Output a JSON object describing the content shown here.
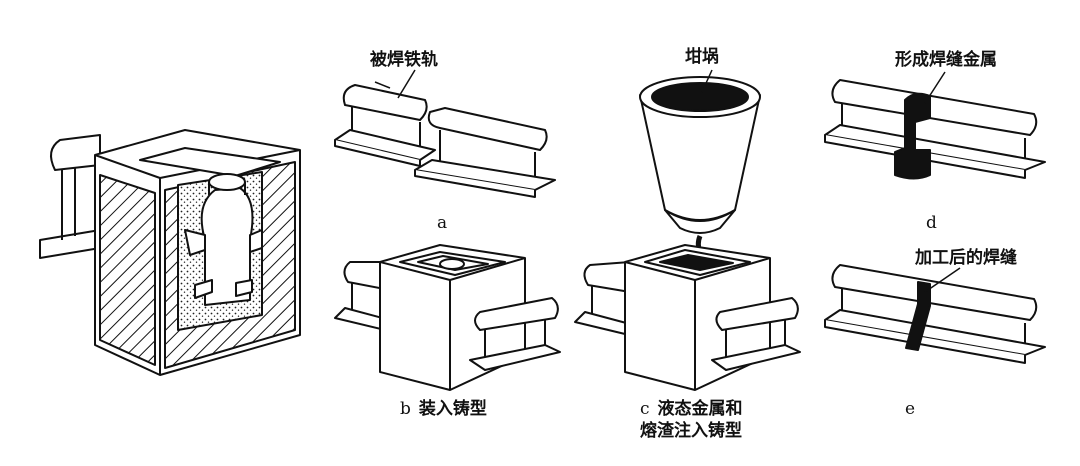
{
  "labels": {
    "rail_to_weld": "被焊铁轨",
    "crucible": "坩埚",
    "weld_metal": "形成焊缝金属",
    "machined_weld": "加工后的焊缝"
  },
  "captions": {
    "a": {
      "letter": "a",
      "text": ""
    },
    "b": {
      "letter": "b",
      "text": "装入铸型"
    },
    "c": {
      "letter": "c",
      "line1": "液态金属和",
      "line2": "熔渣注入铸型"
    },
    "d": {
      "letter": "d",
      "text": ""
    },
    "e": {
      "letter": "e",
      "text": ""
    }
  }
}
